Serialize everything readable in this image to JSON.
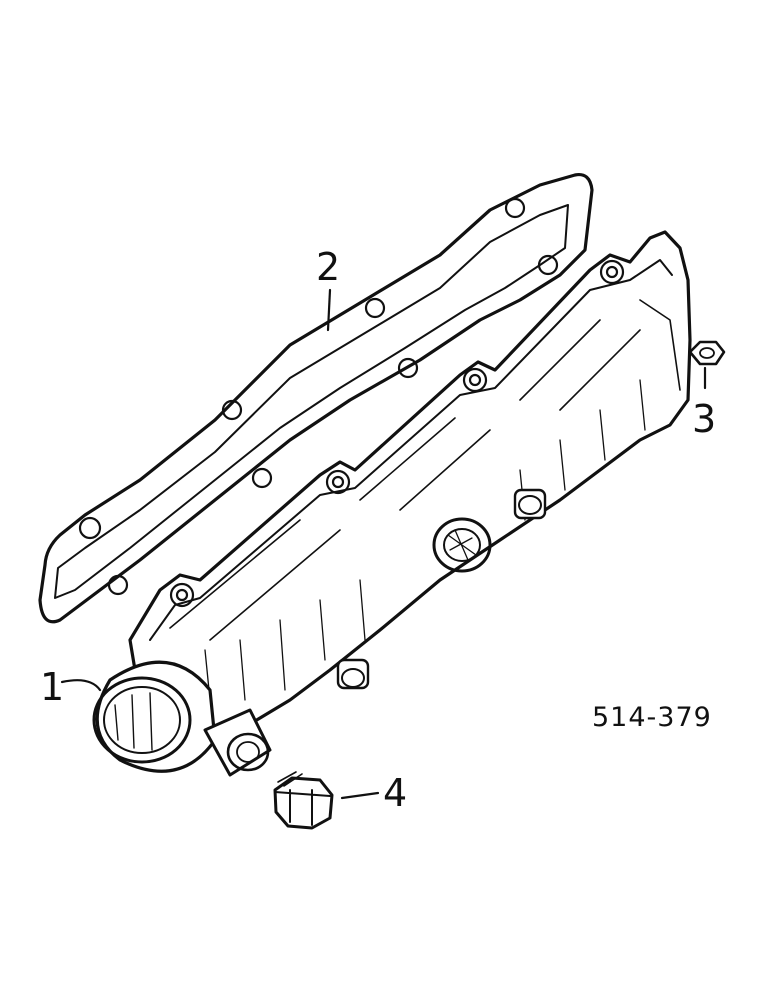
{
  "diagram": {
    "reference_number": "514-379",
    "callouts": [
      {
        "id": "1",
        "label": "1",
        "part": "water manifold"
      },
      {
        "id": "2",
        "label": "2",
        "part": "gasket"
      },
      {
        "id": "3",
        "label": "3",
        "part": "nut"
      },
      {
        "id": "4",
        "label": "4",
        "part": "plug"
      }
    ]
  },
  "colors": {
    "ink": "#111111",
    "paper": "#ffffff"
  }
}
